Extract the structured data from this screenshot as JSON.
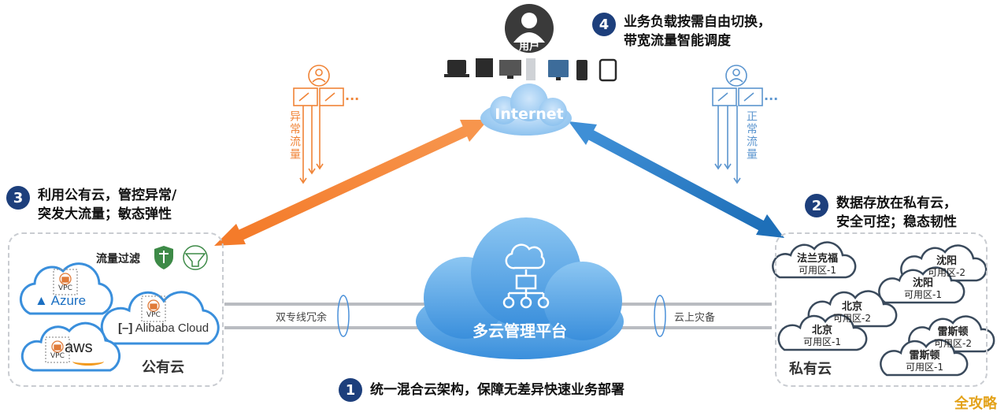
{
  "user": {
    "label": "用户"
  },
  "internet": {
    "label": "Internet"
  },
  "platform": {
    "label": "多云管理平台"
  },
  "callouts": [
    {
      "num": "1",
      "lines": [
        "统一混合云架构，保障无差异快速业务部署"
      ]
    },
    {
      "num": "2",
      "lines": [
        "数据存放在私有云，",
        "安全可控；稳态韧性"
      ]
    },
    {
      "num": "3",
      "lines": [
        "利用公有云，管控异常/",
        "突发大流量；敏态弹性"
      ]
    },
    {
      "num": "4",
      "lines": [
        "业务负载按需自由切换，",
        "带宽流量智能调度"
      ]
    }
  ],
  "traffic": {
    "abnormal": {
      "label": "异常流量",
      "color": "#f08437",
      "dots": "..."
    },
    "normal": {
      "label": "正常流量",
      "color": "#5b95cf",
      "dots": "..."
    }
  },
  "links": {
    "left": "双专线冗余",
    "right": "云上灾备"
  },
  "public_cloud": {
    "title": "公有云",
    "filter_label": "流量过滤",
    "providers": [
      "Azure",
      "Alibaba Cloud",
      "aws"
    ],
    "vpc_tag": "VPC"
  },
  "private_cloud": {
    "title": "私有云",
    "zones": [
      {
        "city": "法兰克福",
        "zone": "可用区-1"
      },
      {
        "city": "沈阳",
        "zone": "可用区-2"
      },
      {
        "city": "沈阳",
        "zone": "可用区-1"
      },
      {
        "city": "北京",
        "zone": "可用区-2"
      },
      {
        "city": "北京",
        "zone": "可用区-1"
      },
      {
        "city": "雷斯顿",
        "zone": "可用区-2"
      },
      {
        "city": "雷斯顿",
        "zone": "可用区-1"
      }
    ]
  },
  "watermark": "全攻略",
  "colors": {
    "orange": "#f47b2a",
    "blue": "#2d7fc7",
    "navy": "#1d3f7c",
    "cloud": "#6aaee6"
  }
}
